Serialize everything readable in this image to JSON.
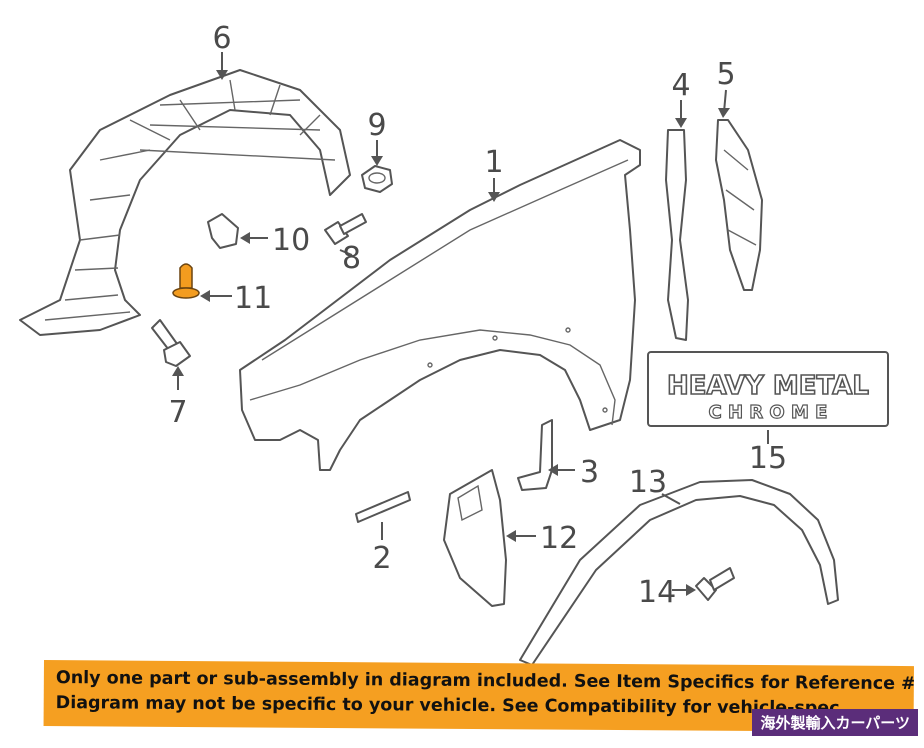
{
  "callouts": {
    "c1": "1",
    "c2": "2",
    "c3": "3",
    "c4": "4",
    "c5": "5",
    "c6": "6",
    "c7": "7",
    "c8": "8",
    "c9": "9",
    "c10": "10",
    "c11": "11",
    "c12": "12",
    "c13": "13",
    "c14": "14",
    "c15": "15"
  },
  "badge": {
    "line1": "HEAVY METAL",
    "line2": "C H R O M E"
  },
  "banner": {
    "line1": "Only one part or sub-assembly in diagram included. See Item Specifics for Reference #.",
    "line2": "Diagram may not be specific to your vehicle. See Compatibility for vehicle-spec"
  },
  "tag": "海外製輸入カーパーツ",
  "colors": {
    "highlight": "#f39c1f",
    "banner": "#f59f21",
    "tag": "#5b2d7a",
    "line": "#555555"
  }
}
